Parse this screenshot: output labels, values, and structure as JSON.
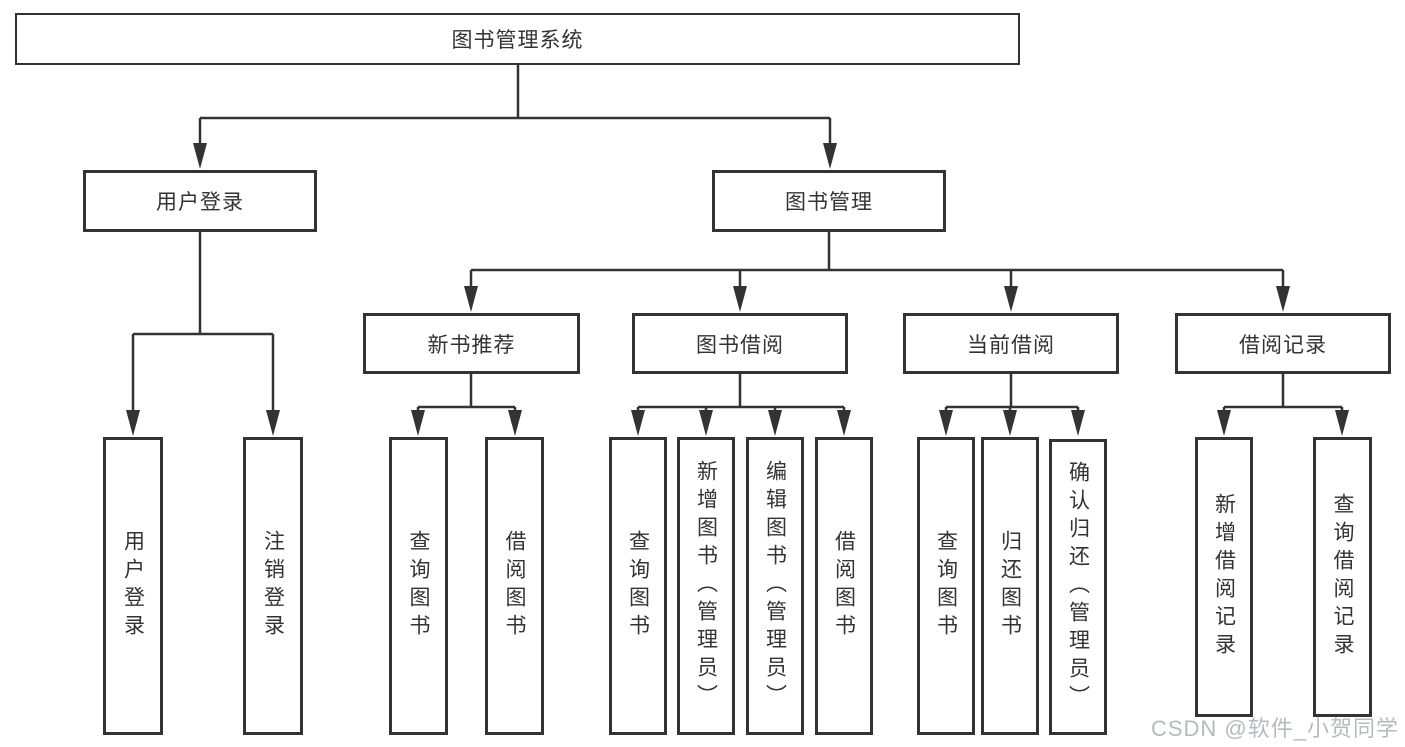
{
  "diagram": {
    "root": {
      "label": "图书管理系统"
    },
    "level2": [
      {
        "label": "用户登录"
      },
      {
        "label": "图书管理"
      }
    ],
    "level3": [
      {
        "label": "新书推荐"
      },
      {
        "label": "图书借阅"
      },
      {
        "label": "当前借阅"
      },
      {
        "label": "借阅记录"
      }
    ],
    "leaves": [
      {
        "label": "用户登录"
      },
      {
        "label": "注销登录"
      },
      {
        "label": "查询图书"
      },
      {
        "label": "借阅图书"
      },
      {
        "label": "查询图书"
      },
      {
        "label": "新增图书（管理员）"
      },
      {
        "label": "编辑图书（管理员）"
      },
      {
        "label": "借阅图书"
      },
      {
        "label": "查询图书"
      },
      {
        "label": "归还图书"
      },
      {
        "label": "确认归还（管理员）"
      },
      {
        "label": "新增借阅记录"
      },
      {
        "label": "查询借阅记录"
      }
    ]
  },
  "watermark": {
    "text": "CSDN @软件_小贺同学"
  },
  "colors": {
    "line": "#333333",
    "text": "#333333",
    "box_background": "#ffffff",
    "watermark": "#b2b6bb",
    "background": "#ffffff"
  }
}
